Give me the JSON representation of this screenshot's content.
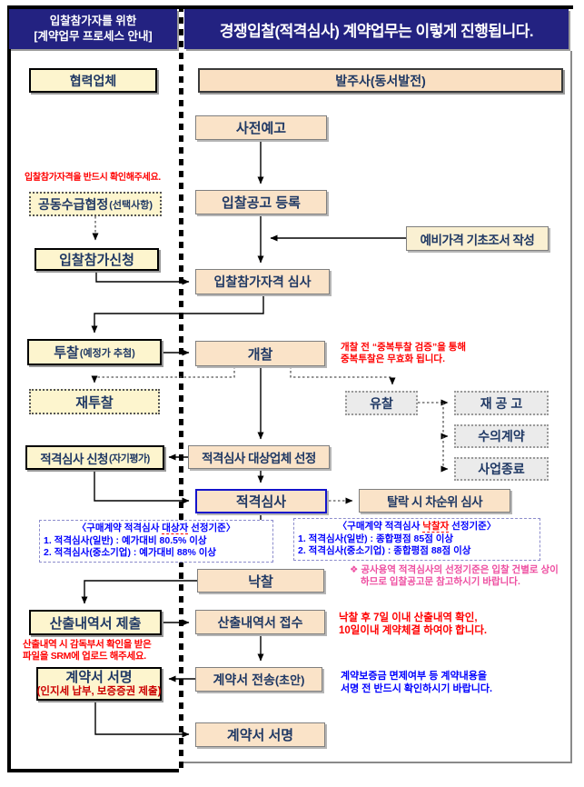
{
  "header": {
    "left_title_line1": "입찰참가자를 위한",
    "left_title_line2": "[계약업무 프로세스 안내]",
    "main_title": "경쟁입찰(적격심사) 계약업무는 이렇게 진행됩니다.",
    "partner_column_label": "협력업체",
    "owner_column_label": "발주사(동서발전)"
  },
  "partner": {
    "qual_note": "입찰참가자격을 반드시 확인해주세요.",
    "joint": {
      "label": "공동수급협정",
      "sub": "(선택사항)"
    },
    "apply": "입찰참가신청",
    "bid": {
      "label": "투찰",
      "sub": "(예정가 추첨)"
    },
    "rebid": "재투찰",
    "screening_request": {
      "label": "적격심사 신청",
      "sub": "(자기평가)"
    },
    "criteria": {
      "prefix": "〈구매계약 적격심사 ",
      "highlight": "대상자",
      "suffix": " 선정기준〉",
      "line1": "1. 적격심사(일반) : 예가대비 80.5% 이상",
      "line2": "2. 적격심사(중소기업) : 예가대비 88% 이상"
    },
    "statement": "산출내역서 제출",
    "srm_note1": "산출내역 시 감독부서 확인을 받은",
    "srm_note2": "파일을 SRM에 업로드 해주세요.",
    "sign": {
      "label": "계약서 서명",
      "sub": "(인지세 납부, 보증증권 제출)"
    }
  },
  "owner": {
    "advance_notice": "사전예고",
    "notice_register": "입찰공고 등록",
    "base_price": "예비가격 기초조서 작성",
    "qualification": "입찰참가자격 심사",
    "opening": "개찰",
    "dup_note1": "개찰 전 “중복투찰 검증”을 통해",
    "dup_note2": "중복투찰은 무효화 됩니다.",
    "failed": "유찰",
    "reannounce": "재 공 고",
    "negotiated": "수의계약",
    "closure": "사업종료",
    "target_select": "적격심사 대상업체 선정",
    "screening": "적격심사",
    "runner_up": "탈락 시 차순위 심사",
    "criteria": {
      "prefix": "〈구매계약 적격심사 ",
      "highlight": "낙찰자",
      "suffix": " 선정기준〉",
      "line1_pre": "1. 적격심사(일반) : 종합평점 ",
      "line1_bold": "85점 이상",
      "line2_pre": "2. 적격심사(중소기업) : 종합평점 ",
      "line2_bold": "88점 이상"
    },
    "construction_note1": "❖ 공사용역 적격심사의 선정기준은 입찰 건별로 상이",
    "construction_note2": "하므로 입찰공고문 참고하시기 바랍니다.",
    "award": "낙찰",
    "award_note1": "낙찰 후 7일 이내 산출내역 확인,",
    "award_note2": "10일이내 계약체결 하여야 합니다.",
    "statement_receive": "산출내역서 접수",
    "contract_send": {
      "label": "계약서 전송",
      "sub": "(초안)"
    },
    "sign_note1": "계약보증금 면제여부 등 계약내용을",
    "sign_note2": "서명 전 반드시 확인하시기 바랍니다.",
    "contract_sign": "계약서 서명"
  },
  "colors": {
    "header_navy": "#232281",
    "peach_box": "#FAE3C8",
    "yellow_box": "#FDF5CE",
    "gray_box": "#EBEBEB",
    "box_text_navy": "#1F3864",
    "note_red": "#FF0000",
    "note_blue": "#0000FF",
    "note_pink": "#EE4DA0",
    "screening_border_blue": "#1414CC"
  }
}
